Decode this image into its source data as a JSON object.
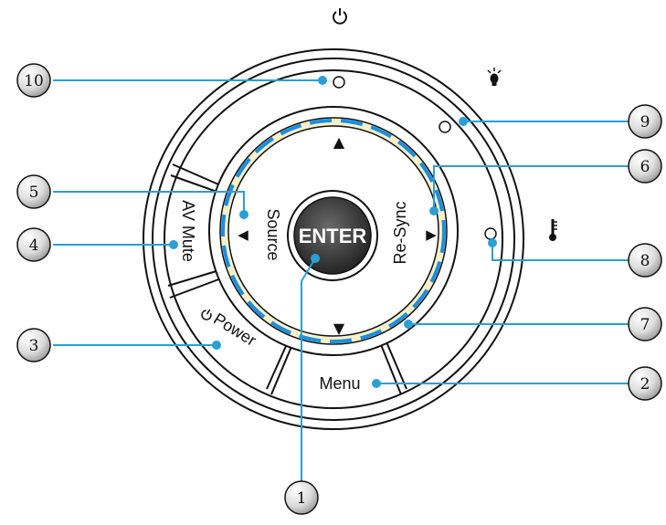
{
  "buttons": {
    "enter": "ENTER",
    "source": "Source",
    "resync": "Re-Sync",
    "av_mute": "AV Mute",
    "power": "Power",
    "menu": "Menu"
  },
  "arrows": {
    "up": "▲",
    "down": "▼",
    "left": "◀",
    "right": "▶"
  },
  "callouts": [
    "1",
    "2",
    "3",
    "4",
    "5",
    "6",
    "7",
    "8",
    "9",
    "10"
  ],
  "icons": [
    "power-icon",
    "lamp-icon",
    "temperature-icon"
  ],
  "colors": {
    "callout_line": "#2a9fd6",
    "dashed_ring": "#1a8fe0",
    "ring_fill": "#f7f0c8"
  }
}
